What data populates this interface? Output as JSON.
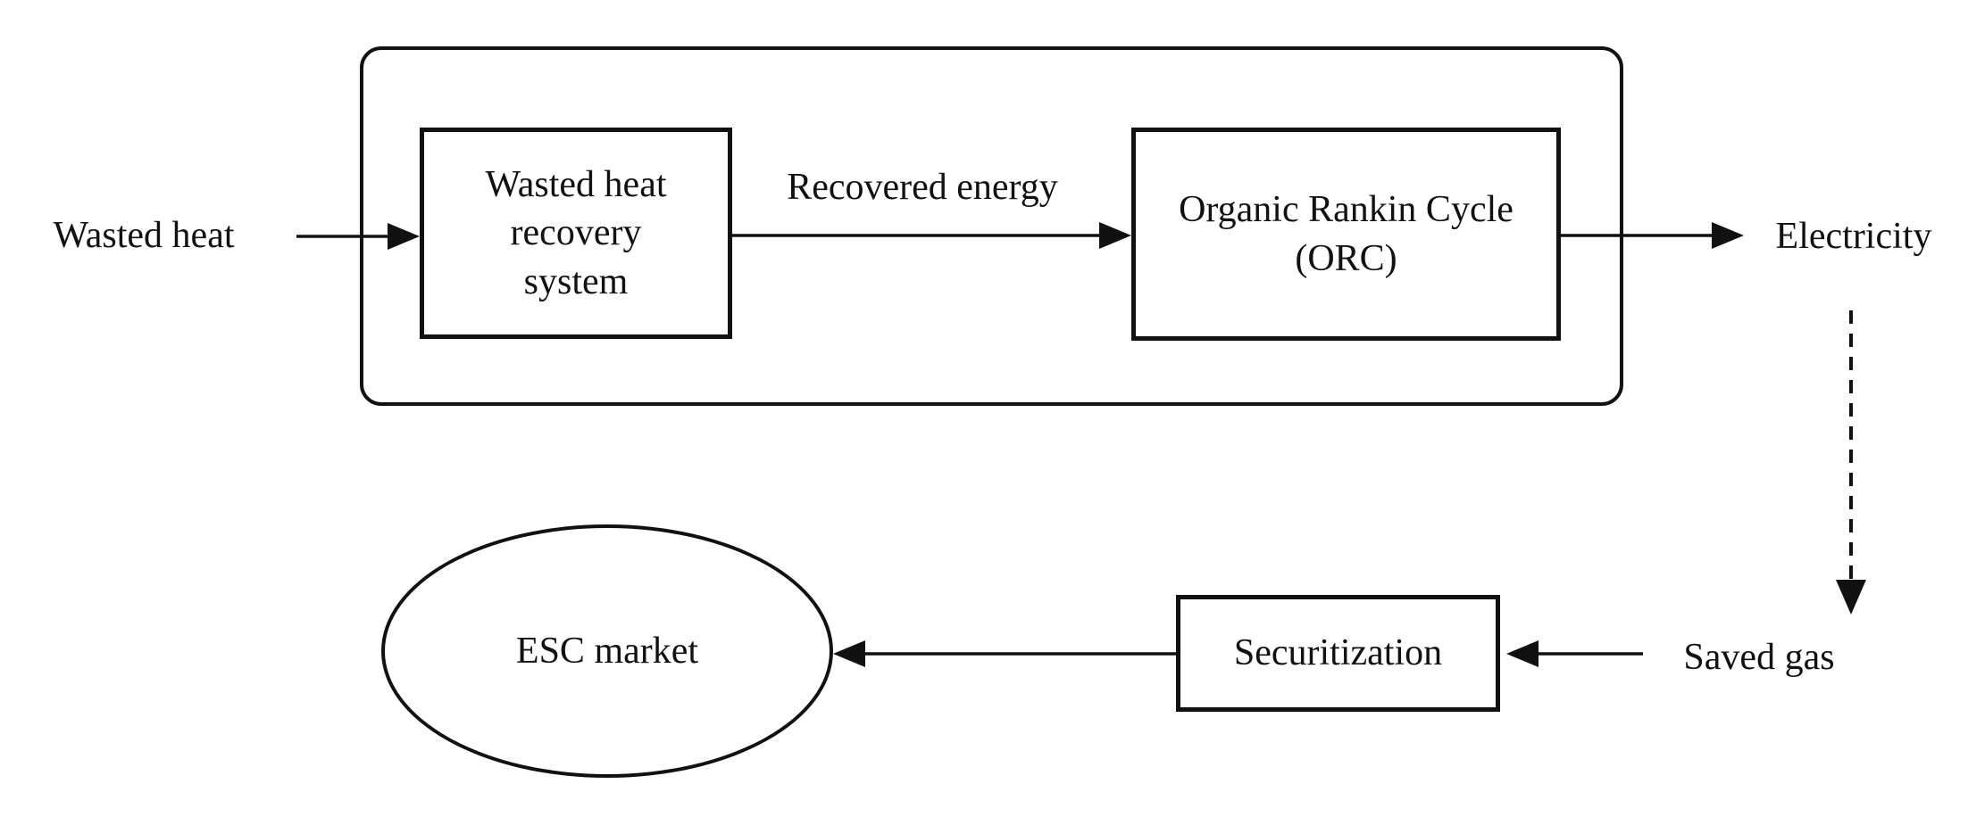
{
  "diagram": {
    "background": "#ffffff",
    "stroke_color": "#111111",
    "nodes": {
      "recovery_system": {
        "label": "Wasted heat\nrecovery\nsystem",
        "shape": "rectangle"
      },
      "orc": {
        "label": "Organic Rankin Cycle\n(ORC)",
        "shape": "rectangle"
      },
      "securitization": {
        "label": "Securitization",
        "shape": "rectangle"
      },
      "esc_market": {
        "label": "ESC market",
        "shape": "ellipse"
      }
    },
    "labels": {
      "wasted_heat": "Wasted heat",
      "recovered_energy": "Recovered energy",
      "electricity": "Electricity",
      "saved_gas": "Saved gas"
    },
    "edges": [
      {
        "from": "wasted_heat",
        "to": "recovery_system",
        "style": "solid"
      },
      {
        "from": "recovery_system",
        "to": "orc",
        "style": "solid",
        "label": "Recovered energy"
      },
      {
        "from": "orc",
        "to": "electricity",
        "style": "solid"
      },
      {
        "from": "electricity",
        "to": "saved_gas",
        "style": "dashed"
      },
      {
        "from": "saved_gas",
        "to": "securitization",
        "style": "solid"
      },
      {
        "from": "securitization",
        "to": "esc_market",
        "style": "solid"
      }
    ]
  }
}
